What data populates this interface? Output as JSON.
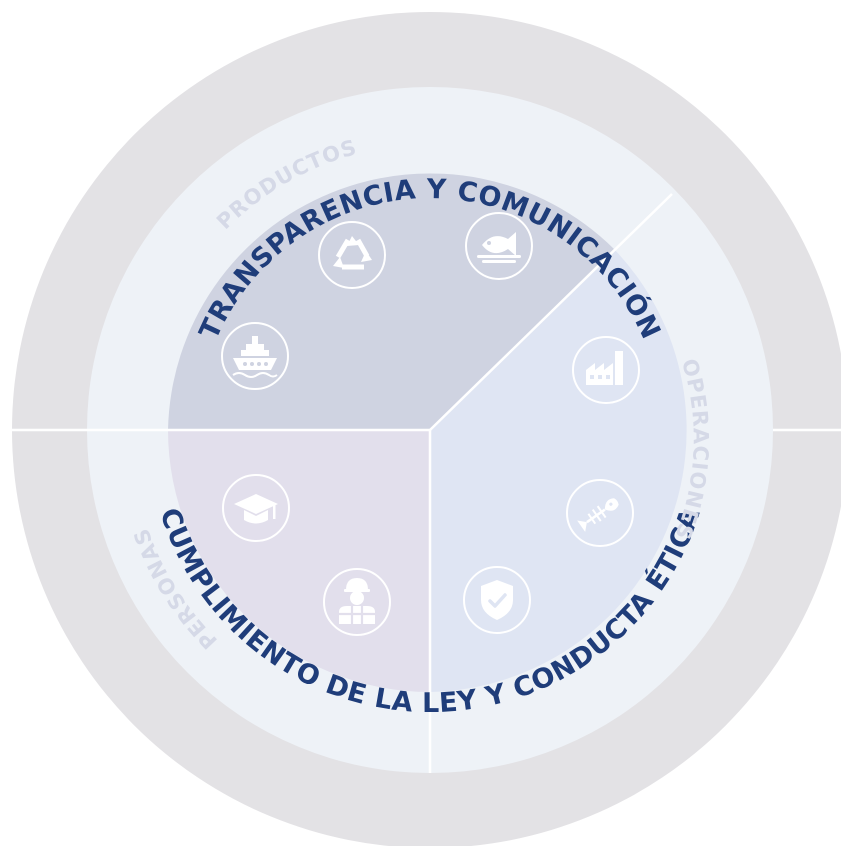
{
  "outer_ring": {
    "top_label": "TRANSPARENCIA Y COMUNICACIÓN",
    "bottom_label": "CUMPLIMIENTO DE LA LEY Y CONDUCTA ÉTICA"
  },
  "segments": [
    {
      "id": "productos",
      "label": "PRODUCTOS",
      "icons": [
        "ship-icon",
        "recycle-icon",
        "fish-dish-icon"
      ]
    },
    {
      "id": "operaciones",
      "label": "OPERACIONES",
      "icons": [
        "factory-icon",
        "fish-bone-icon",
        "shield-check-icon"
      ]
    },
    {
      "id": "personas",
      "label": "PERSONAS",
      "icons": [
        "graduation-cap-icon",
        "worker-icon"
      ]
    }
  ],
  "colors": {
    "outer_ring": "#e3e2e5",
    "middle_ring": "#eef2f7",
    "productos": "#cfd3e1",
    "operaciones": "#dfe5f3",
    "personas": "#e2dfec",
    "outer_text": "#1f3d7a",
    "middle_text": "#d5d9e7",
    "divider": "#ffffff"
  }
}
